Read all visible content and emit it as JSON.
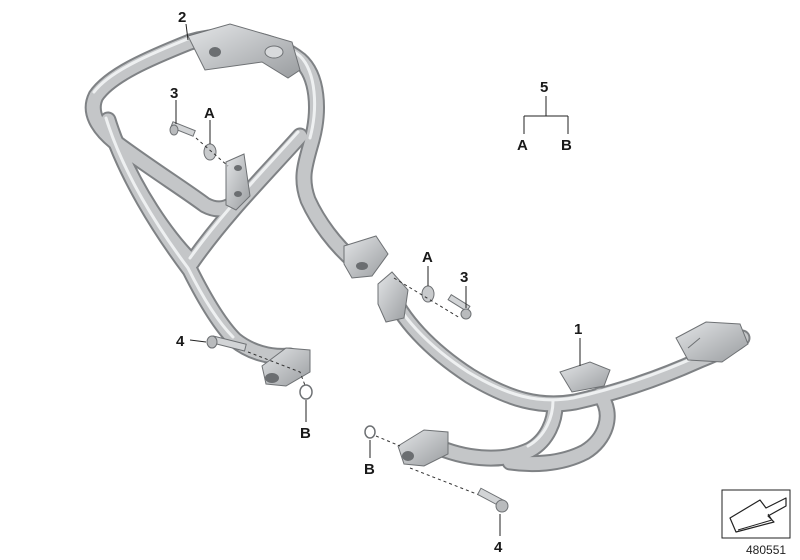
{
  "callouts": {
    "guard_left": "2",
    "guard_right": "1",
    "bolt_upper_left": "3",
    "bolt_upper_right": "3",
    "bolt_lower_left": "4",
    "bolt_lower_right": "4",
    "spacer_upper_left": "A",
    "spacer_upper_right": "A",
    "washer_left": "B",
    "washer_right": "B",
    "kit": "5",
    "kit_part_a": "A",
    "kit_part_b": "B"
  },
  "diagram_id": "480551",
  "icons": {
    "corner": "arrow-icon"
  },
  "colors": {
    "tube_outer": "#8a8d90",
    "tube_inner": "#c9cbcd",
    "tube_highlight": "#eceef0",
    "line": "#222222"
  }
}
